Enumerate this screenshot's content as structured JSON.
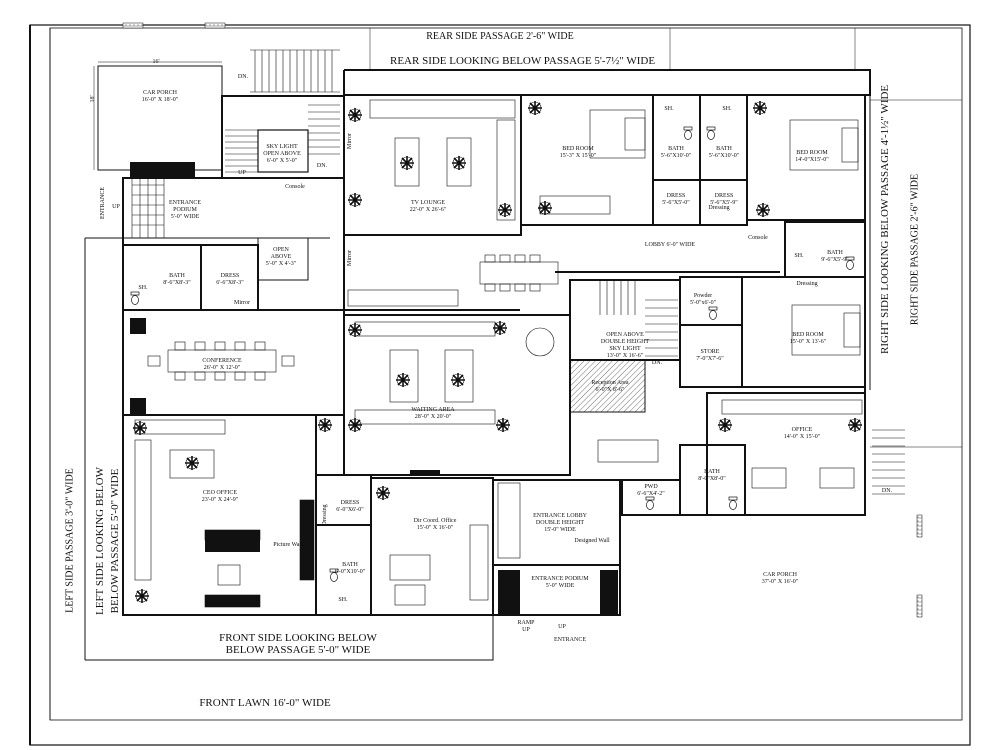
{
  "passages": {
    "rear_side": "REAR SIDE PASSAGE 2'-6\" WIDE",
    "rear_looking_below": "REAR SIDE LOOKING BELOW PASSAGE 5'-7½\" WIDE",
    "right_side_passage": "RIGHT SIDE PASSAGE 2'-6\" WIDE",
    "right_looking_below": "RIGHT SIDE LOOKING BELOW PASSAGE 4'-1½\" WIDE",
    "left_side_passage": "LEFT SIDE PASSAGE 3'-0\" WIDE",
    "left_looking_below_1": "LEFT SIDE LOOKING BELOW",
    "left_looking_below_2": "BELOW PASSAGE 5'-0\" WIDE",
    "front_looking_below_1": "FRONT SIDE LOOKING BELOW",
    "front_looking_below_2": "BELOW PASSAGE 5'-0\" WIDE",
    "front_lawn": "FRONT LAWN  16'-0\" WIDE"
  },
  "rooms": {
    "car_porch_rear": {
      "name": "CAR PORCH",
      "size": "16'-0\" X 18'-0\""
    },
    "sky_light": {
      "name": "SKY LIGHT",
      "line2": "OPEN ABOVE",
      "size": "6'-0\" X 5'-0\""
    },
    "entrance_podium_rear": {
      "name": "ENTRANCE",
      "line2": "PODIUM",
      "size": "5'-0\" WIDE"
    },
    "tv_lounge": {
      "name": "TV LOUNGE",
      "size": "22'-0\" X 26'-6\""
    },
    "bed_room_1": {
      "name": "BED ROOM",
      "size": "15'-3\" X 15'-0\""
    },
    "bath_1": {
      "name": "BATH",
      "size": "5'-6\"X10'-0\""
    },
    "bath_2": {
      "name": "BATH",
      "size": "5'-6\"X10'-0\""
    },
    "bed_room_2": {
      "name": "BED ROOM",
      "size": "14'-0\"X15'-0\""
    },
    "dress_1": {
      "name": "DRESS",
      "size": "5'-6\"X5'-0\""
    },
    "dress_2": {
      "name": "DRESS",
      "size": "5'-6\"X5'-9\""
    },
    "open_above_small": {
      "name": "OPEN",
      "line2": "ABOVE",
      "size": "5'-0\" X 4'-3\""
    },
    "bath_3": {
      "name": "BATH",
      "size": "8'-6\"X8'-3\""
    },
    "dress_3": {
      "name": "DRESS",
      "size": "6'-6\"X8'-3\""
    },
    "lobby": {
      "name": "LOBBY 6'-0\" WIDE"
    },
    "bath_4": {
      "name": "BATH",
      "size": "9'-6\"X5'-9\""
    },
    "powder": {
      "name": "Powder",
      "size": "5'-0\"x6'-0\""
    },
    "open_double_height": {
      "name": "OPEN ABOVE",
      "line2": "DOUBLE HEIGHT",
      "line3": "SKY LIGHT",
      "size": "13'-0\" X 16'-6\""
    },
    "reception_area": {
      "name": "Reception Area",
      "size": "6'-0\"X 8'-6\""
    },
    "store": {
      "name": "STORE",
      "size": "7'-0\"X7'-6\""
    },
    "bed_room_3": {
      "name": "BED ROOM",
      "size": "15'-0\" X 13'-6\""
    },
    "conference": {
      "name": "CONFERENCE",
      "size": "26'-0\" X 12'-0\""
    },
    "waiting_area": {
      "name": "WAITING AREA",
      "size": "28'-0\" X 20'-0\""
    },
    "office": {
      "name": "OFFICE",
      "size": "14'-0\" X 15'-0\""
    },
    "bath_5": {
      "name": "BATH",
      "size": "8'-0\"X8'-0\""
    },
    "pwd": {
      "name": "PWD",
      "size": "6'-6\"X4'-2\""
    },
    "ceo_office": {
      "name": "CEO OFFICE",
      "size": "23'-0\" X 24'-9\""
    },
    "dress_4": {
      "name": "DRESS",
      "size": "6'-0\"X6'-0\""
    },
    "dir_coord_office": {
      "name": "Dir Coord. Office",
      "size": "15'-0\" X 16'-0\""
    },
    "entrance_lobby": {
      "name": "ENTRANCE LOBBY",
      "line2": "DOUBLE HEIGHT",
      "size": "15'-0\" WIDE"
    },
    "bath_6": {
      "name": "BATH",
      "size": "6'-0\"X10'-0\""
    },
    "entrance_podium_front": {
      "name": "ENTRANCE PODIUM",
      "size": "5'-0\" WIDE"
    },
    "car_porch_front": {
      "name": "CAR PORCH",
      "size": "37'-0\" X 16'-0\""
    }
  },
  "annotations": {
    "dn": "DN.",
    "up": "UP",
    "sh": "SH.",
    "console": "Console",
    "mirror": "Mirror",
    "dressing": "Dressing",
    "entrance": "ENTRANCE",
    "ramp": "RAMP",
    "designed_wall": "Designed Wall",
    "picture_wall": "Picture Wall",
    "porch_width": "16'",
    "porch_depth": "18'"
  }
}
